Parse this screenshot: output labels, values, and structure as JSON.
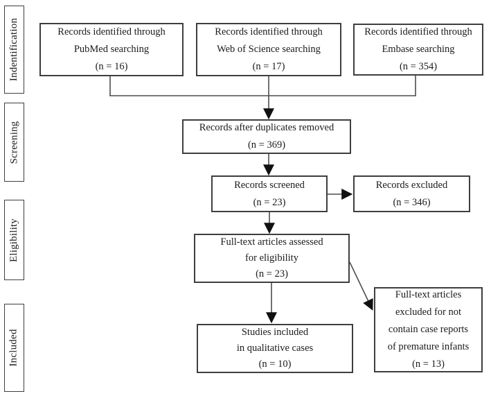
{
  "figure_type": "PRISMA flow diagram",
  "colors": {
    "background": "#ffffff",
    "box_border": "#3e3e3e",
    "line": "#4d4d4d",
    "arrow": "#111111",
    "text": "#1b1b1b"
  },
  "sidebar": {
    "stages": [
      {
        "label": "Indentification"
      },
      {
        "label": "Screening"
      },
      {
        "label": "Eligibility"
      },
      {
        "label": "Included"
      }
    ]
  },
  "boxes": {
    "pubmed": {
      "lines": [
        "Records identified through",
        "PubMed searching",
        "(n = 16)"
      ],
      "n": 16
    },
    "wos": {
      "lines": [
        "Records identified through",
        "Web of Science searching",
        "(n = 17)"
      ],
      "n": 17
    },
    "embase": {
      "lines": [
        "Records identified through",
        "Embase searching",
        "(n = 354)"
      ],
      "n": 354
    },
    "duplicates_removed": {
      "lines": [
        "Records after duplicates removed",
        "(n = 369)"
      ],
      "n": 369
    },
    "screened": {
      "lines": [
        "Records screened",
        "(n = 23)"
      ],
      "n": 23
    },
    "records_excluded": {
      "lines": [
        "Records excluded",
        "(n = 346)"
      ],
      "n": 346
    },
    "fulltext_assessed": {
      "lines": [
        "Full-text articles assessed",
        "for eligibility",
        "(n = 23)"
      ],
      "n": 23
    },
    "fulltext_excluded": {
      "lines": [
        "Full-text articles",
        "excluded for not",
        "contain case reports",
        "of premature infants",
        "(n = 13)"
      ],
      "n": 13
    },
    "studies_included": {
      "lines": [
        "Studies included",
        "in qualitative cases",
        "(n = 10)"
      ],
      "n": 10
    }
  }
}
